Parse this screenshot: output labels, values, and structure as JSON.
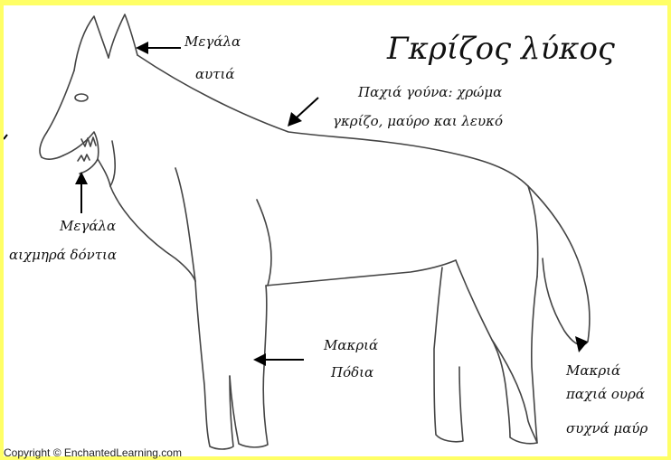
{
  "title": "Γκρίζος λύκος",
  "labels": {
    "ears": [
      "Μεγάλα",
      "αυτιά"
    ],
    "fur": [
      "Παχιά γούνα: χρώμα",
      "γκρίζο, μαύρο και λευκό"
    ],
    "teeth": [
      "Μεγάλα",
      "αιχμηρά δόντια"
    ],
    "legs": [
      "Μακριά",
      "Πόδια"
    ],
    "tail": [
      "Μακριά",
      "παχιά ουρά",
      "συχνά μαύρ"
    ]
  },
  "copyright": "Copyright © EnchantedLearning.com",
  "colors": {
    "frame": "#ffff66",
    "background": "#ffffff",
    "lines": "#444444",
    "arrows": "#000000"
  }
}
